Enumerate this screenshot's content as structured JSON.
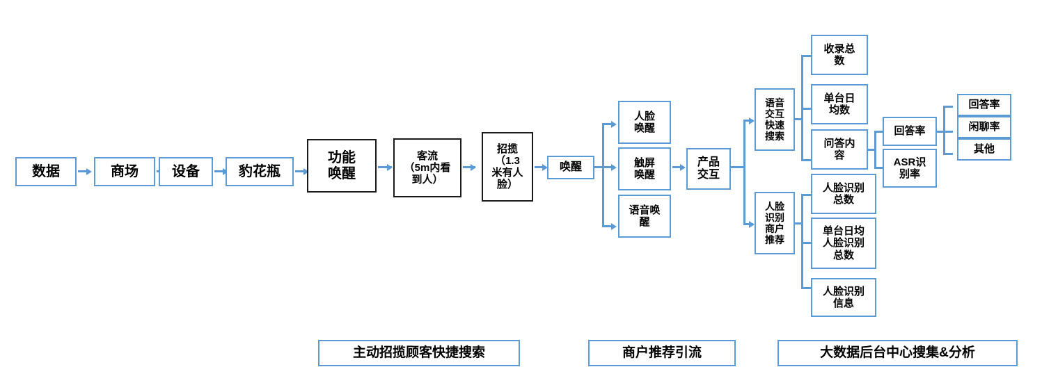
{
  "diagram": {
    "title_hidden": "",
    "accent_color": "#5B9BD5",
    "dark_color": "#1a1a1a",
    "chain": [
      {
        "id": "data",
        "label": "数据"
      },
      {
        "id": "mall",
        "label": "商场"
      },
      {
        "id": "device",
        "label": "设备"
      },
      {
        "id": "vase",
        "label": "豹花瓶"
      },
      {
        "id": "func-wake",
        "label": "功能\n唤醒"
      },
      {
        "id": "traffic",
        "label": "客流\n（5m内看\n到人）"
      },
      {
        "id": "solicit",
        "label": "招揽\n（1.3\n米有人\n脸）"
      },
      {
        "id": "wake",
        "label": "唤醒"
      }
    ],
    "wake_modes": [
      {
        "id": "face-wake",
        "label": "人脸\n唤醒"
      },
      {
        "id": "touch-wake",
        "label": "触屏\n唤醒"
      },
      {
        "id": "voice-wake",
        "label": "语音唤\n醒"
      }
    ],
    "interaction": {
      "id": "product-interaction",
      "label": "产品\n交互"
    },
    "branches": [
      {
        "id": "voice-search",
        "label": "语音\n交互\n快速\n搜索"
      },
      {
        "id": "face-recommend",
        "label": "人脸\n识别\n商户\n推荐"
      }
    ],
    "voice_metrics": [
      {
        "id": "total-collected",
        "label": "收录总\n数"
      },
      {
        "id": "daily-avg-per-unit",
        "label": "单台日\n均数"
      },
      {
        "id": "qa-content",
        "label": "问答内\n容"
      }
    ],
    "face_metrics": [
      {
        "id": "face-total",
        "label": "人脸识别\n总数"
      },
      {
        "id": "face-daily-avg",
        "label": "单台日均\n人脸识别\n总数"
      },
      {
        "id": "face-info",
        "label": "人脸识别\n信息"
      }
    ],
    "qa_metrics": [
      {
        "id": "answer-rate",
        "label": "回答率"
      },
      {
        "id": "asr-rate",
        "label": "ASR识\n别率"
      }
    ],
    "answer_detail": [
      {
        "id": "answer-rate-2",
        "label": "回答率"
      },
      {
        "id": "chat-rate",
        "label": "闲聊率"
      },
      {
        "id": "other",
        "label": "其他"
      }
    ],
    "captions": [
      {
        "id": "caption-solicit",
        "label": "主动招揽顾客快捷搜索"
      },
      {
        "id": "caption-merchant",
        "label": "商户推荐引流"
      },
      {
        "id": "caption-bigdata",
        "label": "大数据后台中心搜集&分析"
      }
    ]
  }
}
